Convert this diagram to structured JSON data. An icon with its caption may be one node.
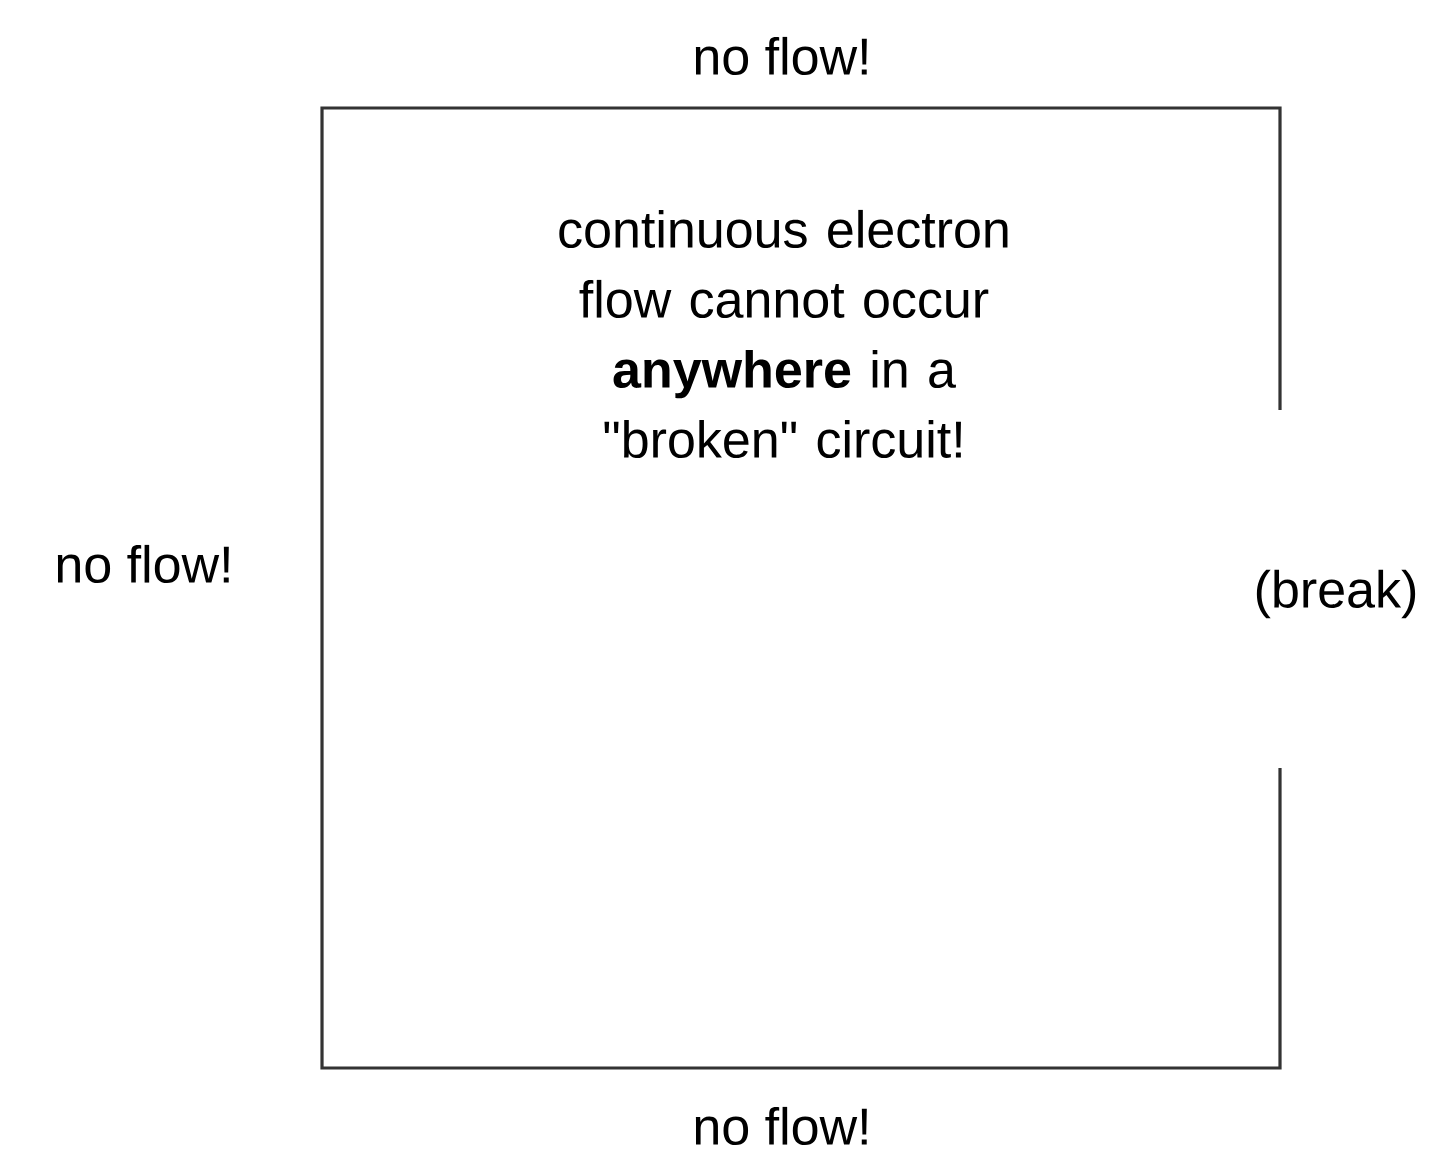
{
  "diagram": {
    "labels": [
      "no flow!",
      "continuous electron flow cannot occur **anywhere** in a \"broken\" circuit!",
      "no flow!",
      "(break)",
      "no flow!"
    ]
  }
}
